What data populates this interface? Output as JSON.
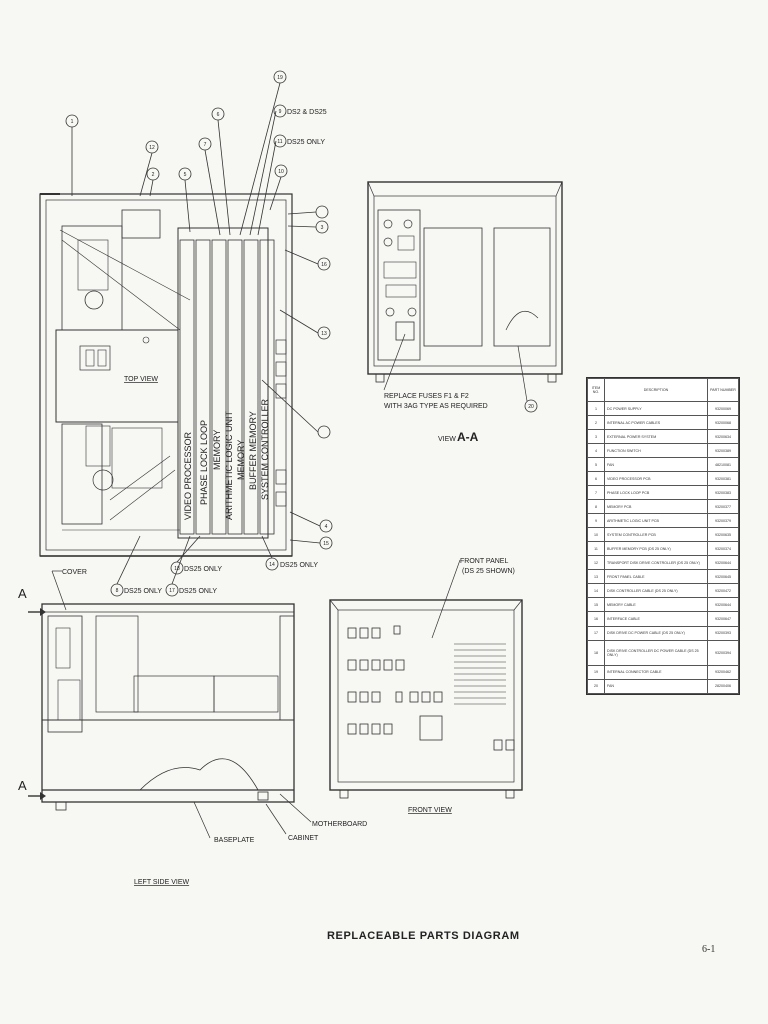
{
  "diagram": {
    "title": "REPLACEABLE PARTS DIAGRAM",
    "page_number": "6-1",
    "views": {
      "top_view": "TOP VIEW",
      "view_aa": "VIEW",
      "view_aa_letters": "A-A",
      "front_view": "FRONT VIEW",
      "left_side_view": "LEFT SIDE VIEW",
      "section_marker": "A"
    },
    "callouts": {
      "ds2_ds25": "DS2 & DS25",
      "ds25_only_11": "DS25 ONLY",
      "ds25_only_14": "DS25 ONLY",
      "ds25_only_8": "DS25 ONLY",
      "ds25_only_17": "DS25 ONLY",
      "ds25_only_18": "DS25 ONLY",
      "replace_fuses_1": "REPLACE FUSES F1 & F2",
      "replace_fuses_2": "WITH 3AG TYPE AS REQUIRED",
      "front_panel_1": "FRONT PANEL",
      "front_panel_2": "(DS 25 SHOWN)",
      "cover": "COVER",
      "motherboard": "MOTHERBOARD",
      "baseplate": "BASEPLATE",
      "cabinet": "CABINET"
    },
    "board_labels": [
      "VIDEO PROCESSOR",
      "PHASE LOCK LOOP",
      "MEMORY",
      "ARITHMETIC LOGIC UNIT",
      "MEMORY",
      "BUFFER MEMORY",
      "SYSTEM CONTROLLER"
    ],
    "balloon_numbers": [
      "1",
      "2",
      "3",
      "4",
      "5",
      "6",
      "7",
      "8",
      "9",
      "10",
      "11",
      "12",
      "13",
      "14",
      "15",
      "16",
      "17",
      "18",
      "19",
      "20"
    ],
    "parts_table": {
      "headers": [
        "ITEM NO.",
        "DESCRIPTION",
        "PART NUMBER"
      ],
      "rows": [
        [
          "1",
          "DC POWER SUPPLY",
          "93200069"
        ],
        [
          "2",
          "INTERNAL AC POWER CABLES",
          "93200068"
        ],
        [
          "3",
          "EXTERNAL POWER SYSTEM",
          "93200634"
        ],
        [
          "4",
          "FUNCTION SWITCH",
          "93200389"
        ],
        [
          "5",
          "FAN",
          "48210081"
        ],
        [
          "6",
          "VIDEO PROCESSOR PCB",
          "93200381"
        ],
        [
          "7",
          "PHASE LOCK LOOP PCB",
          "93200383"
        ],
        [
          "8",
          "MEMORY PCB",
          "93200377"
        ],
        [
          "9",
          "ARITHMETIC LOGIC UNIT PCB",
          "93200379"
        ],
        [
          "10",
          "SYSTEM CONTROLLER PCB",
          "93200635"
        ],
        [
          "11",
          "BUFFER MEMORY PCB (DS 25 ONLY)",
          "93200374"
        ],
        [
          "12",
          "TRANSPORT DISK DRIVE CONTROLLER (DS 25 ONLY)",
          "93200644"
        ],
        [
          "13",
          "FRONT PANEL CABLE",
          "93200645"
        ],
        [
          "14",
          "DISK CONTROLLER CABLE (DS 25 ONLY)",
          "93200472"
        ],
        [
          "15",
          "MEMORY CABLE",
          "93200644"
        ],
        [
          "16",
          "INTERFACE CABLE",
          "93200647"
        ],
        [
          "17",
          "DISK DRIVE DC POWER CABLE (DS 25 ONLY)",
          "93200393"
        ],
        [
          "18",
          "DISK DRIVE CONTROLLER DC POWER CABLE (DS 25 ONLY)",
          "93200394"
        ],
        [
          "19",
          "INTERNAL CONNECTOR CABLE",
          "93200462"
        ],
        [
          "20",
          "FAN",
          "28200406"
        ]
      ]
    }
  }
}
